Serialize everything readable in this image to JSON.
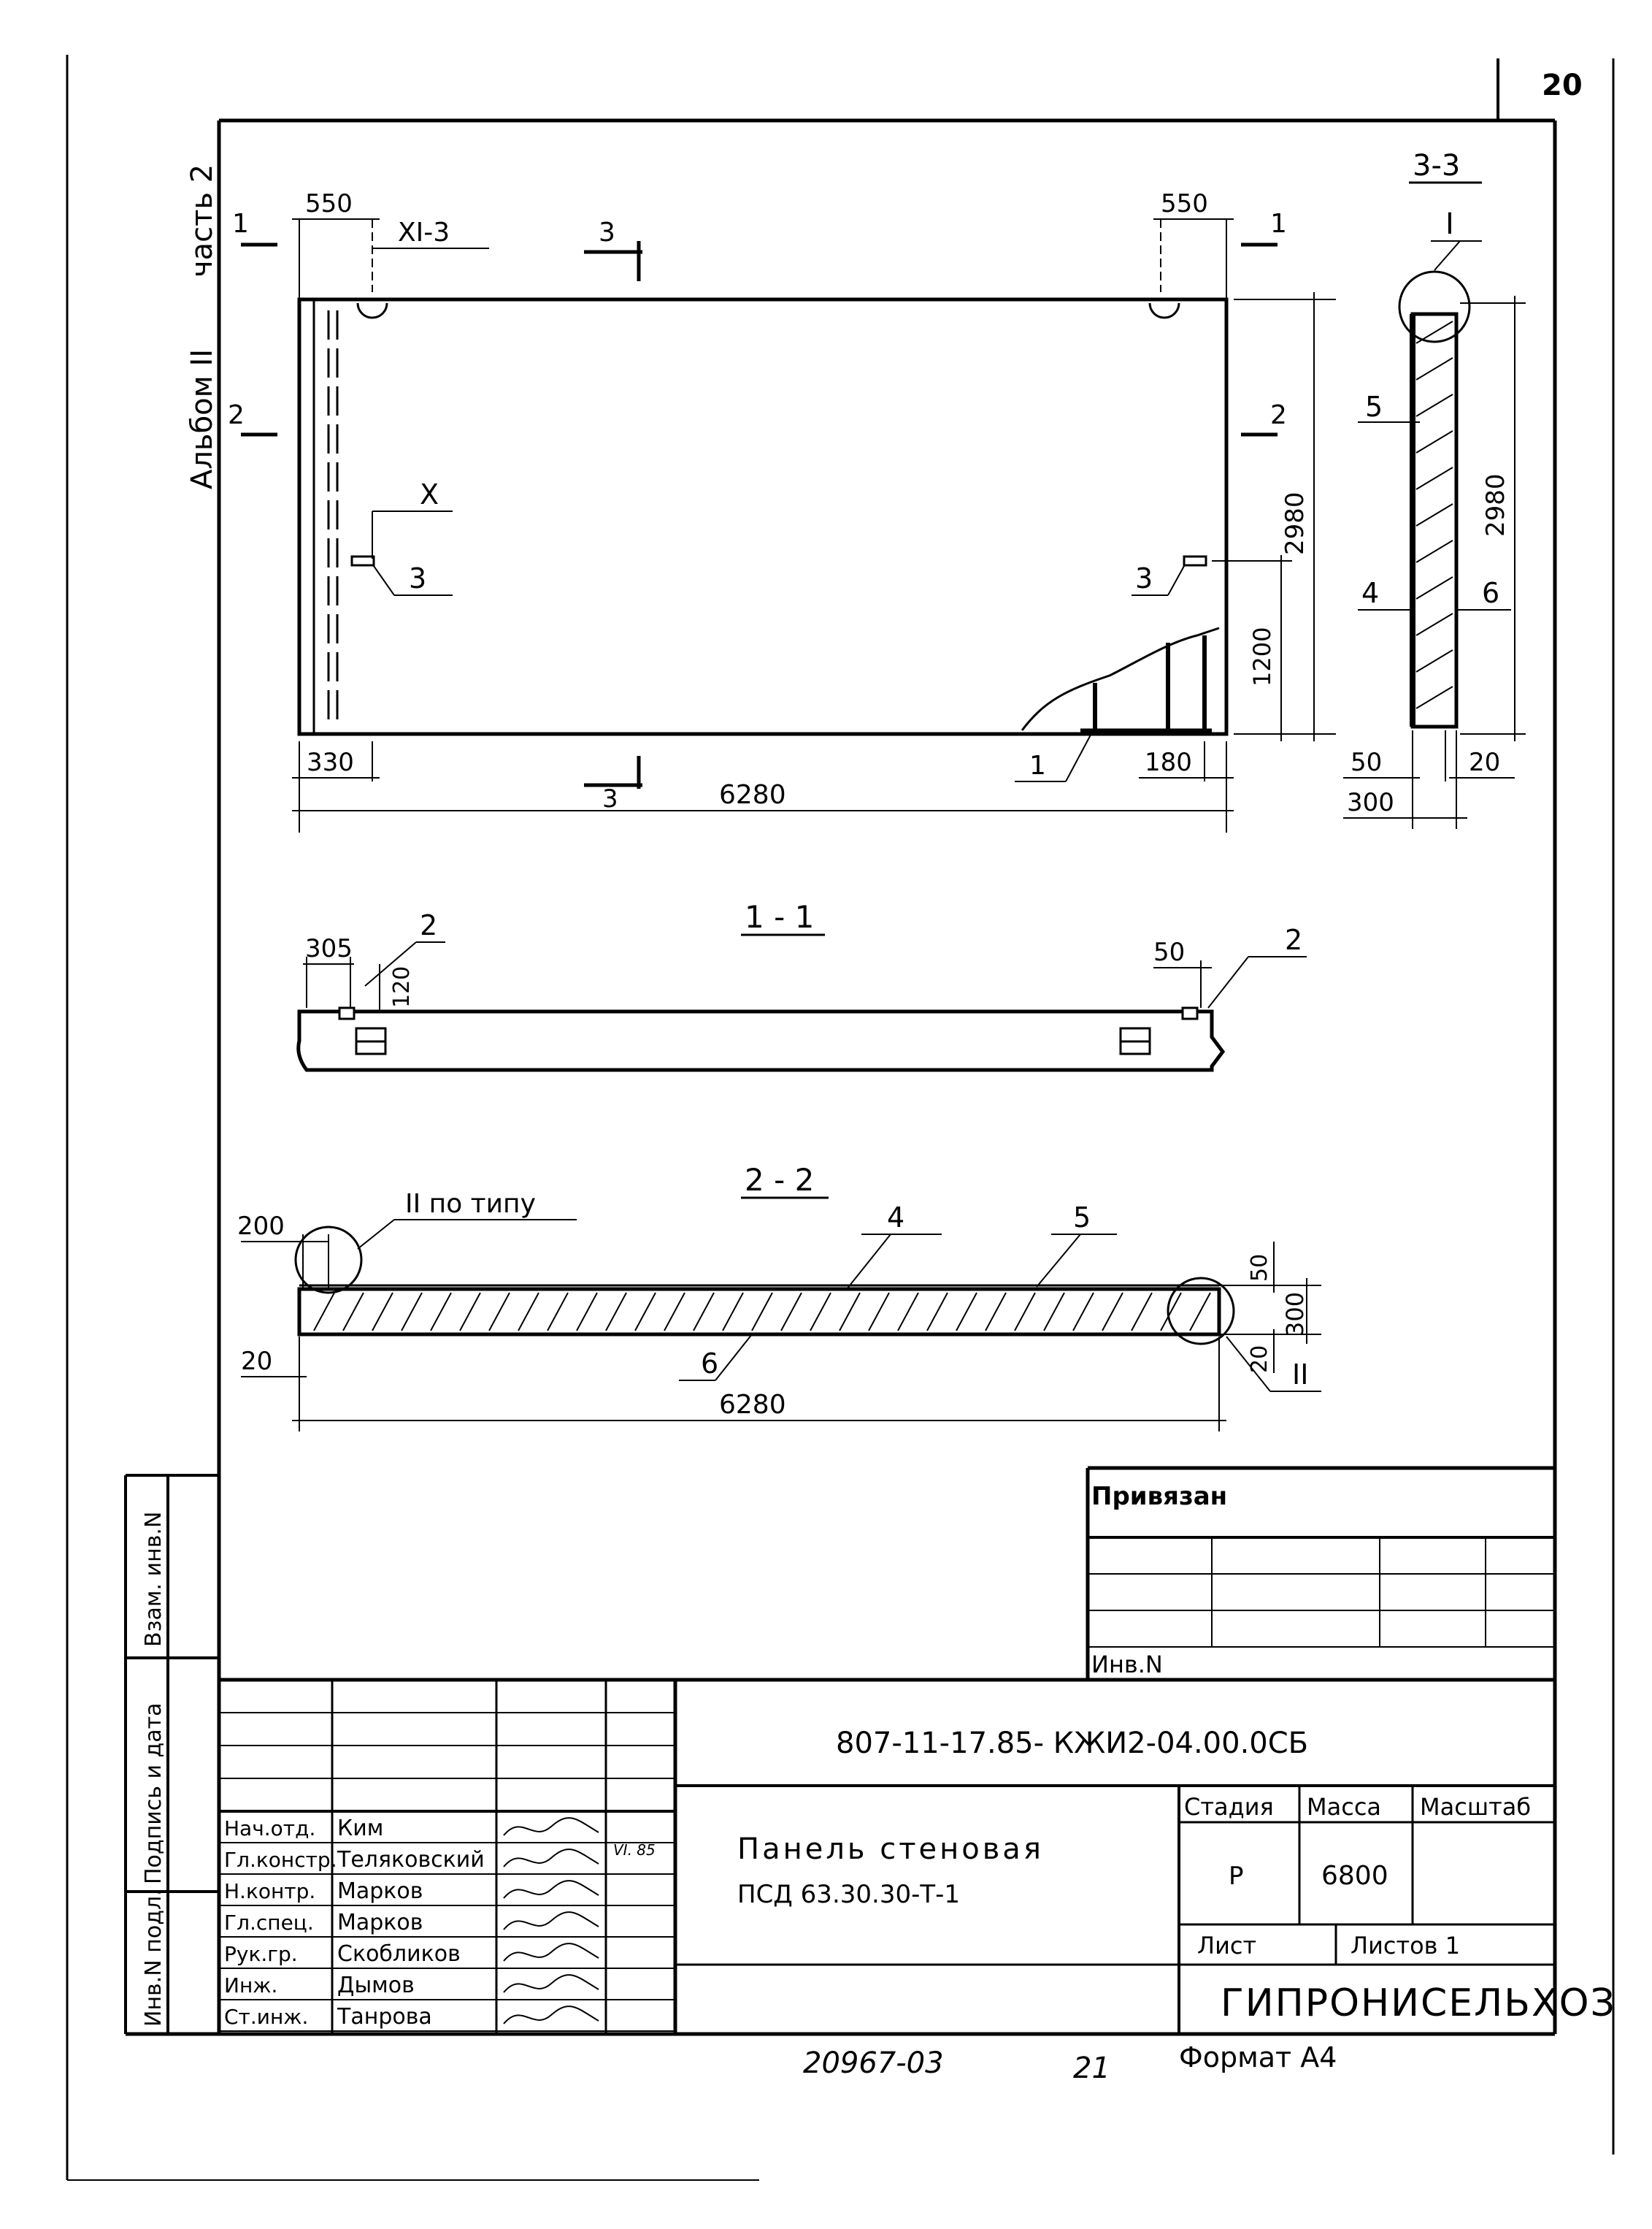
{
  "sheet_number": "20",
  "side_label": {
    "album": "Альбом II",
    "part": "часть 2"
  },
  "front_view": {
    "dim_top_left": "550",
    "dim_top_right": "550",
    "node_xi3": "XI-3",
    "node_x": "X",
    "section_3_top": "3",
    "section_3_bottom": "3",
    "section_1_left": "1",
    "section_1_right": "1",
    "section_2_left": "2",
    "section_2_right": "2",
    "pos_3_left": "3",
    "pos_3_right": "3",
    "pos_1": "1",
    "dim_height": "2980",
    "dim_1200": "1200",
    "dim_330": "330",
    "dim_180": "180",
    "dim_length": "6280"
  },
  "section_3_3": {
    "title": "3-3",
    "node": "I",
    "pos_5": "5",
    "pos_4": "4",
    "pos_6": "6",
    "dim_height": "2980",
    "dim_50": "50",
    "dim_20": "20",
    "dim_300": "300"
  },
  "section_1_1": {
    "title": "1 - 1",
    "dim_305": "305",
    "dim_120": "120",
    "dim_50": "50",
    "pos_2_left": "2",
    "pos_2_right": "2"
  },
  "section_2_2": {
    "title": "2 - 2",
    "dim_200": "200",
    "node_ii_label": "II по типу",
    "pos_4": "4",
    "pos_5": "5",
    "pos_6": "6",
    "dim_20_left": "20",
    "dim_50": "50",
    "dim_300": "300",
    "dim_20_right": "20",
    "node_ii": "II",
    "dim_length": "6280"
  },
  "left_strip": {
    "inv_podl": "Инв.N подл.",
    "podpis": "Подпись и дата",
    "vzam": "Взам. инв.N"
  },
  "binding_block": {
    "title": "Привязан",
    "inv": "Инв.N"
  },
  "title_block": {
    "doc_code": "807-11-17.85- КЖИ2-04.00.0СБ",
    "name_line1": "Панель стеновая",
    "name_line2": "ПСД 63.30.30-Т-1",
    "stage_hdr": "Стадия",
    "mass_hdr": "Масса",
    "scale_hdr": "Масштаб",
    "stage": "Р",
    "mass": "6800",
    "sheet_hdr": "Лист",
    "sheets_hdr": "Листов 1",
    "org": "ГИПРОНИСЕЛЬХОЗ",
    "date_sig": "VI. 85",
    "signers": [
      {
        "role": "Нач.отд.",
        "name": "Ким"
      },
      {
        "role": "Гл.констр.",
        "name": "Теляковский"
      },
      {
        "role": "Н.контр.",
        "name": "Марков"
      },
      {
        "role": "Гл.спец.",
        "name": "Марков"
      },
      {
        "role": "Рук.гр.",
        "name": "Скобликов"
      },
      {
        "role": "Инж.",
        "name": "Дымов"
      },
      {
        "role": "Ст.инж.",
        "name": "Танрова"
      }
    ]
  },
  "footer": {
    "number": "20967-03",
    "page": "21",
    "format": "Формат А4"
  }
}
